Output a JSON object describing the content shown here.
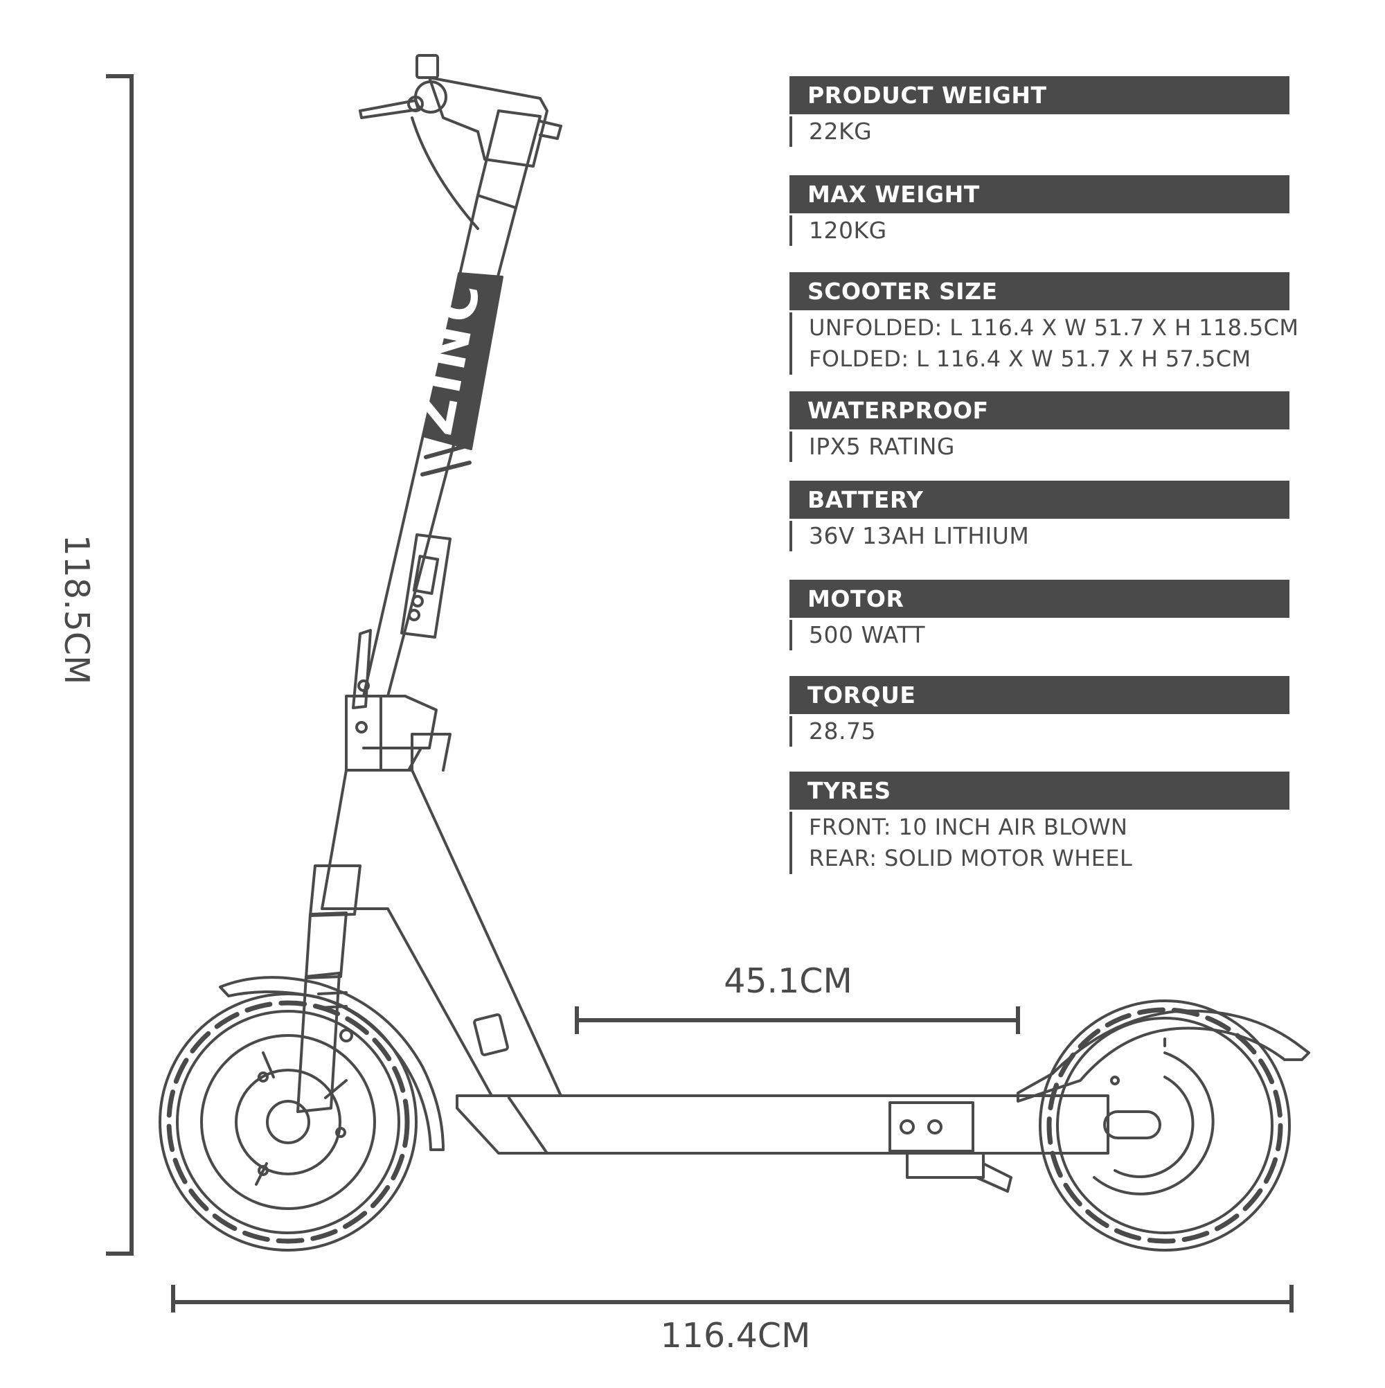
{
  "dimensions": {
    "height": "118.5CM",
    "length": "116.4CM",
    "deck": "45.1CM"
  },
  "brand": "ZINC",
  "specs": [
    {
      "title": "PRODUCT WEIGHT",
      "lines": [
        "22KG"
      ]
    },
    {
      "title": "MAX WEIGHT",
      "lines": [
        "120KG"
      ]
    },
    {
      "title": "SCOOTER SIZE",
      "lines": [
        "UNFOLDED: L 116.4 X W 51.7 X H 118.5CM",
        "FOLDED: L 116.4 X W 51.7 X H 57.5CM"
      ]
    },
    {
      "title": "WATERPROOF",
      "lines": [
        "IPX5 RATING"
      ]
    },
    {
      "title": "BATTERY",
      "lines": [
        "36V 13AH LITHIUM"
      ]
    },
    {
      "title": "MOTOR",
      "lines": [
        "500 WATT"
      ]
    },
    {
      "title": "TORQUE",
      "lines": [
        "28.75"
      ]
    },
    {
      "title": "TYRES",
      "lines": [
        "FRONT: 10 INCH AIR BLOWN",
        "REAR: SOLID MOTOR WHEEL"
      ]
    }
  ],
  "colors": {
    "ink": "#4a4a4a",
    "paper": "#ffffff"
  }
}
